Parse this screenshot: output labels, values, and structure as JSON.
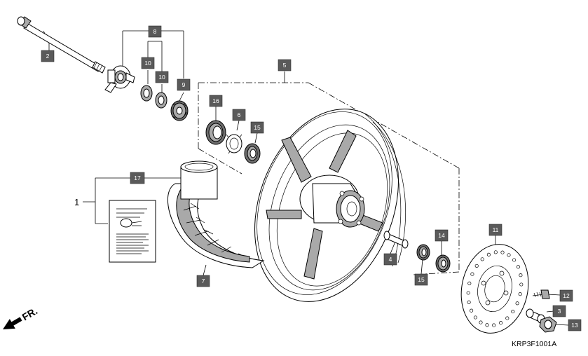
{
  "diagram": {
    "code": "KRP3F1001A",
    "front_indicator": "FR.",
    "set_number": "1",
    "callouts": [
      {
        "id": "c2",
        "label": "2"
      },
      {
        "id": "c8",
        "label": "8"
      },
      {
        "id": "c10a",
        "label": "10"
      },
      {
        "id": "c10b",
        "label": "10"
      },
      {
        "id": "c9",
        "label": "9"
      },
      {
        "id": "c5",
        "label": "5"
      },
      {
        "id": "c16",
        "label": "16"
      },
      {
        "id": "c6",
        "label": "6"
      },
      {
        "id": "c15a",
        "label": "15"
      },
      {
        "id": "c17",
        "label": "17"
      },
      {
        "id": "c7",
        "label": "7"
      },
      {
        "id": "c4",
        "label": "4"
      },
      {
        "id": "c14",
        "label": "14"
      },
      {
        "id": "c15b",
        "label": "15"
      },
      {
        "id": "c11",
        "label": "11"
      },
      {
        "id": "c12",
        "label": "12"
      },
      {
        "id": "c3",
        "label": "3"
      },
      {
        "id": "c13",
        "label": "13"
      }
    ]
  }
}
